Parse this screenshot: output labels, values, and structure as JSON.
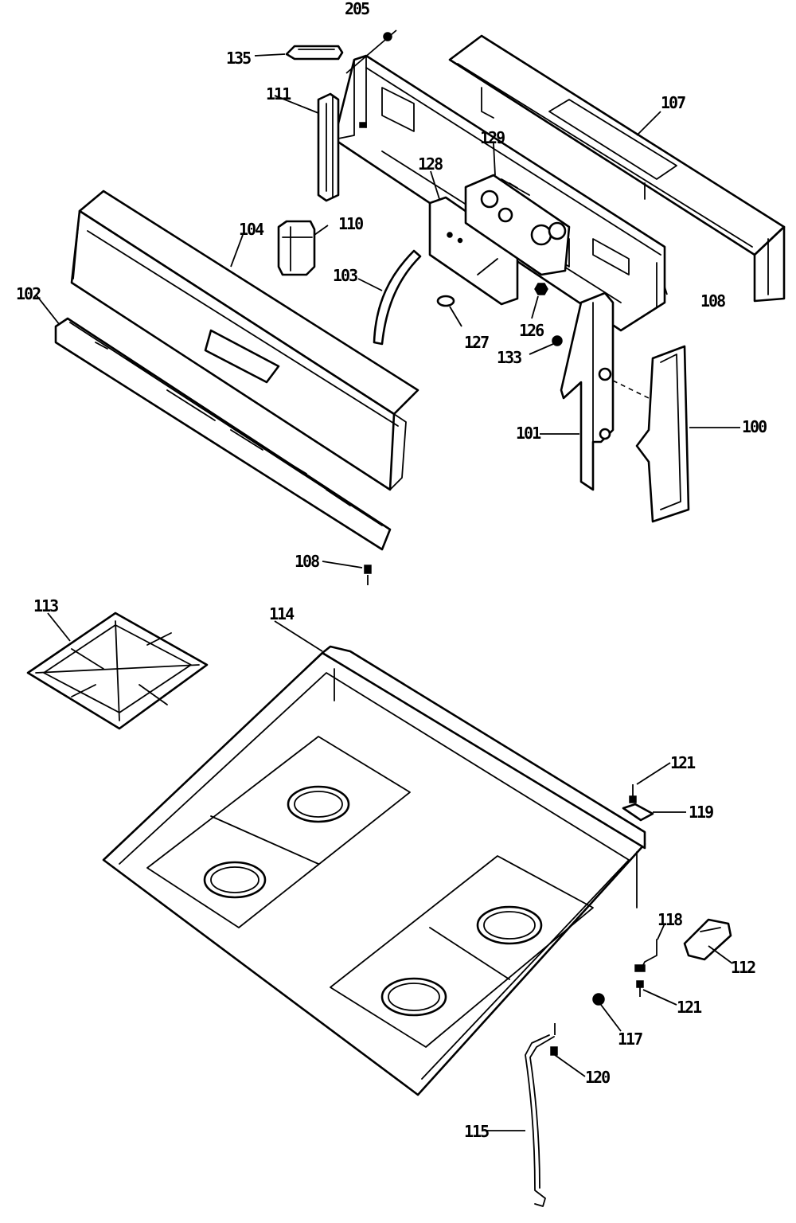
{
  "header_fragment": "",
  "callouts": {
    "c205": "205",
    "c135": "135",
    "c111": "111",
    "c107": "107",
    "c129": "129",
    "c128": "128",
    "c110": "110",
    "c104": "104",
    "c103": "103",
    "c102": "102",
    "c127": "127",
    "c126": "126",
    "c133": "133",
    "c108a": "108",
    "c101": "101",
    "c100": "100",
    "c108b": "108",
    "c113": "113",
    "c114": "114",
    "c121a": "121",
    "c119": "119",
    "c118": "118",
    "c112": "112",
    "c121b": "121",
    "c117": "117",
    "c120": "120",
    "c115": "115"
  }
}
